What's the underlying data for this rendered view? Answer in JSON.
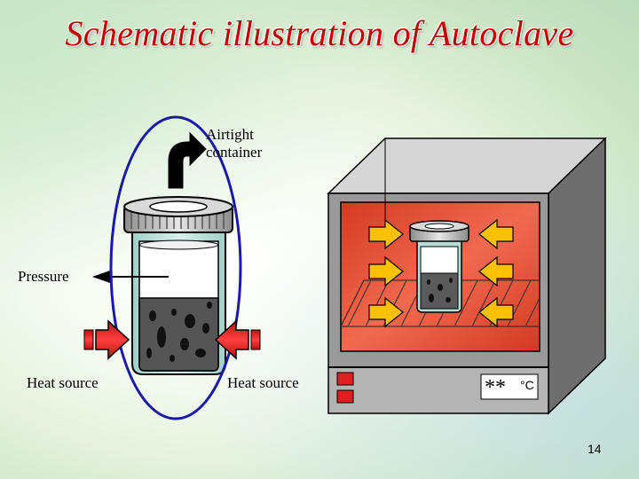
{
  "title": "Schematic illustration of Autoclave",
  "labels": {
    "airtight_line1": "Airtight",
    "airtight_line2": "container",
    "pressure": "Pressure",
    "heat_source_left": "Heat source",
    "heat_source_right": "Heat source"
  },
  "oven": {
    "temperature_display": "**",
    "temperature_unit": "°C"
  },
  "page_number": "14",
  "colors": {
    "title": "#c00000",
    "heat_arrow": "#d81e1e",
    "inner_arrow": "#ffc000",
    "chamber": "#e8503a",
    "ellipse": "#1a1aa6"
  }
}
